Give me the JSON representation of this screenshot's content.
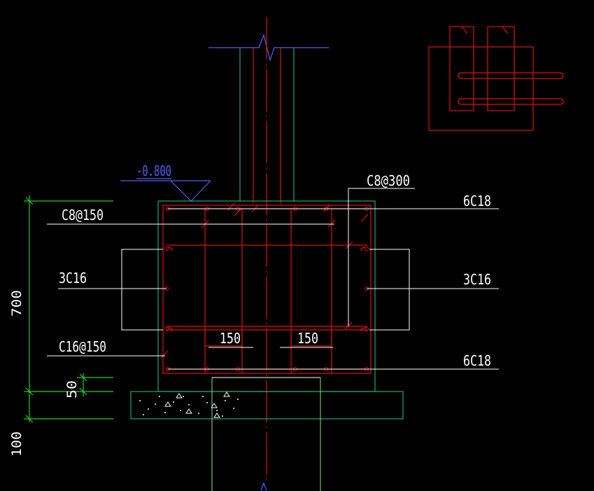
{
  "colors": {
    "background": "#000000",
    "concrete_outline": "#1fa870",
    "rebar": "#e01010",
    "dimension": "#22d022",
    "level_marker": "#5a5af0",
    "leader": "#ffffff"
  },
  "labels": {
    "elevation": "-0.800",
    "stirrup_top": "C8@150",
    "stirrup_side": "C8@300",
    "top_bars": "6C18",
    "side_bars_left": "3C16",
    "side_bars_right": "3C16",
    "bottom_stirrup": "C16@150",
    "bottom_bars": "6C18",
    "gap_left": "150",
    "gap_right": "150"
  },
  "dimensions": {
    "beam_height": "700",
    "cushion_offset": "50",
    "bedding": "100"
  }
}
